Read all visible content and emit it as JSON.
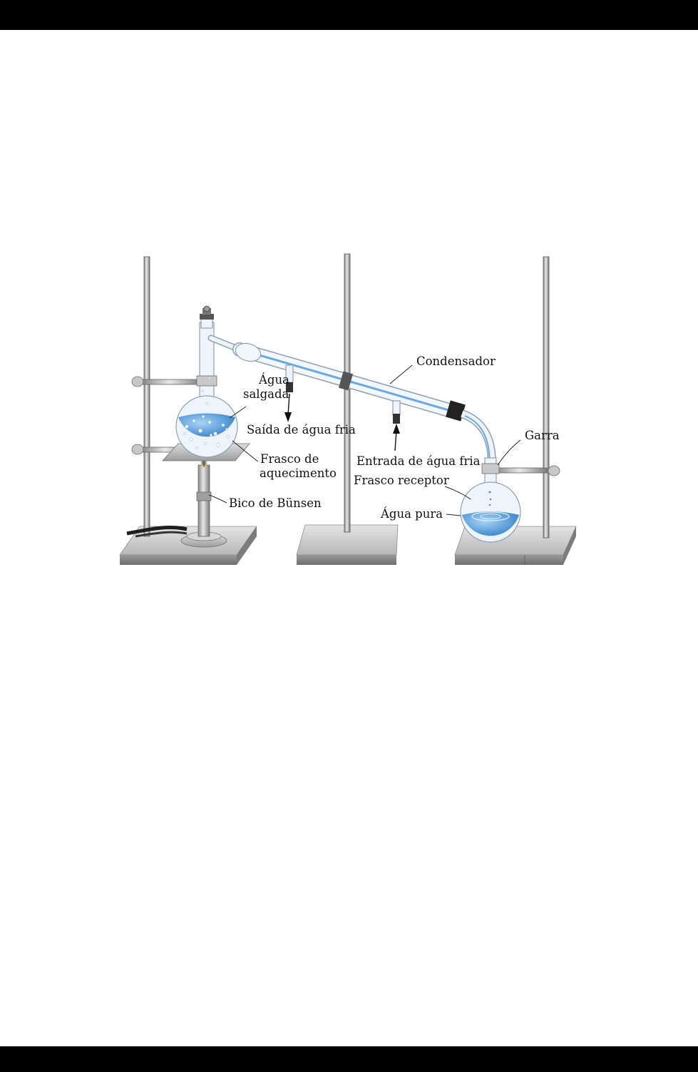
{
  "labels": {
    "salt_water": {
      "lines": [
        "Água",
        "salgada"
      ]
    },
    "water_out": {
      "text": "Saída de água fria"
    },
    "heating_flask": {
      "lines": [
        "Frasco de",
        "aquecimento"
      ]
    },
    "bunsen": {
      "text": "Bico de Bünsen"
    },
    "condenser": {
      "text": "Condensador"
    },
    "water_in": {
      "text": "Entrada de água fria"
    },
    "clamp": {
      "text": "Garra"
    },
    "receiver": {
      "text": "Frasco receptor"
    },
    "pure_water": {
      "text": "Água pura"
    }
  },
  "colors": {
    "frame_bar": "#000000",
    "water": "#3f8fd6",
    "glass": "#eef4fa",
    "metal": "#b9b9b9"
  }
}
